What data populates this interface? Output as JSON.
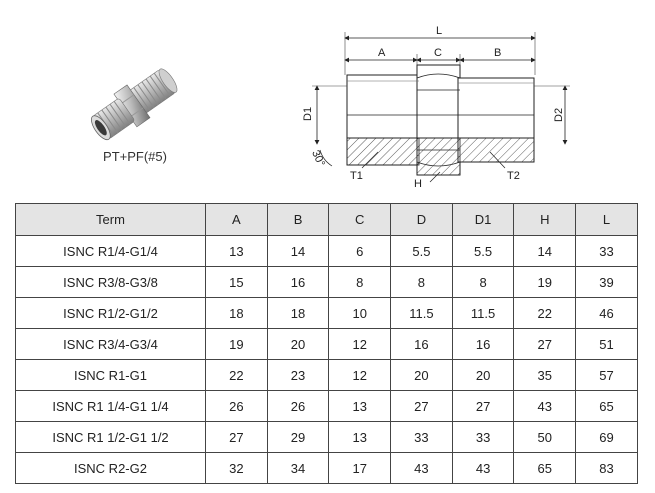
{
  "product": {
    "caption": "PT+PF(#5)"
  },
  "drawing": {
    "dim_L": "L",
    "dim_A": "A",
    "dim_C": "C",
    "dim_B": "B",
    "dim_D1": "D1",
    "dim_D2": "D2",
    "angle": "30°",
    "label_T1": "T1",
    "label_H": "H",
    "label_T2": "T2"
  },
  "table": {
    "headers": [
      "Term",
      "A",
      "B",
      "C",
      "D",
      "D1",
      "H",
      "L"
    ],
    "rows": [
      [
        "ISNC R1/4-G1/4",
        "13",
        "14",
        "6",
        "5.5",
        "5.5",
        "14",
        "33"
      ],
      [
        "ISNC R3/8-G3/8",
        "15",
        "16",
        "8",
        "8",
        "8",
        "19",
        "39"
      ],
      [
        "ISNC R1/2-G1/2",
        "18",
        "18",
        "10",
        "11.5",
        "11.5",
        "22",
        "46"
      ],
      [
        "ISNC R3/4-G3/4",
        "19",
        "20",
        "12",
        "16",
        "16",
        "27",
        "51"
      ],
      [
        "ISNC R1-G1",
        "22",
        "23",
        "12",
        "20",
        "20",
        "35",
        "57"
      ],
      [
        "ISNC R1 1/4-G1 1/4",
        "26",
        "26",
        "13",
        "27",
        "27",
        "43",
        "65"
      ],
      [
        "ISNC R1 1/2-G1 1/2",
        "27",
        "29",
        "13",
        "33",
        "33",
        "50",
        "69"
      ],
      [
        "ISNC R2-G2",
        "32",
        "34",
        "17",
        "43",
        "43",
        "65",
        "83"
      ]
    ]
  }
}
